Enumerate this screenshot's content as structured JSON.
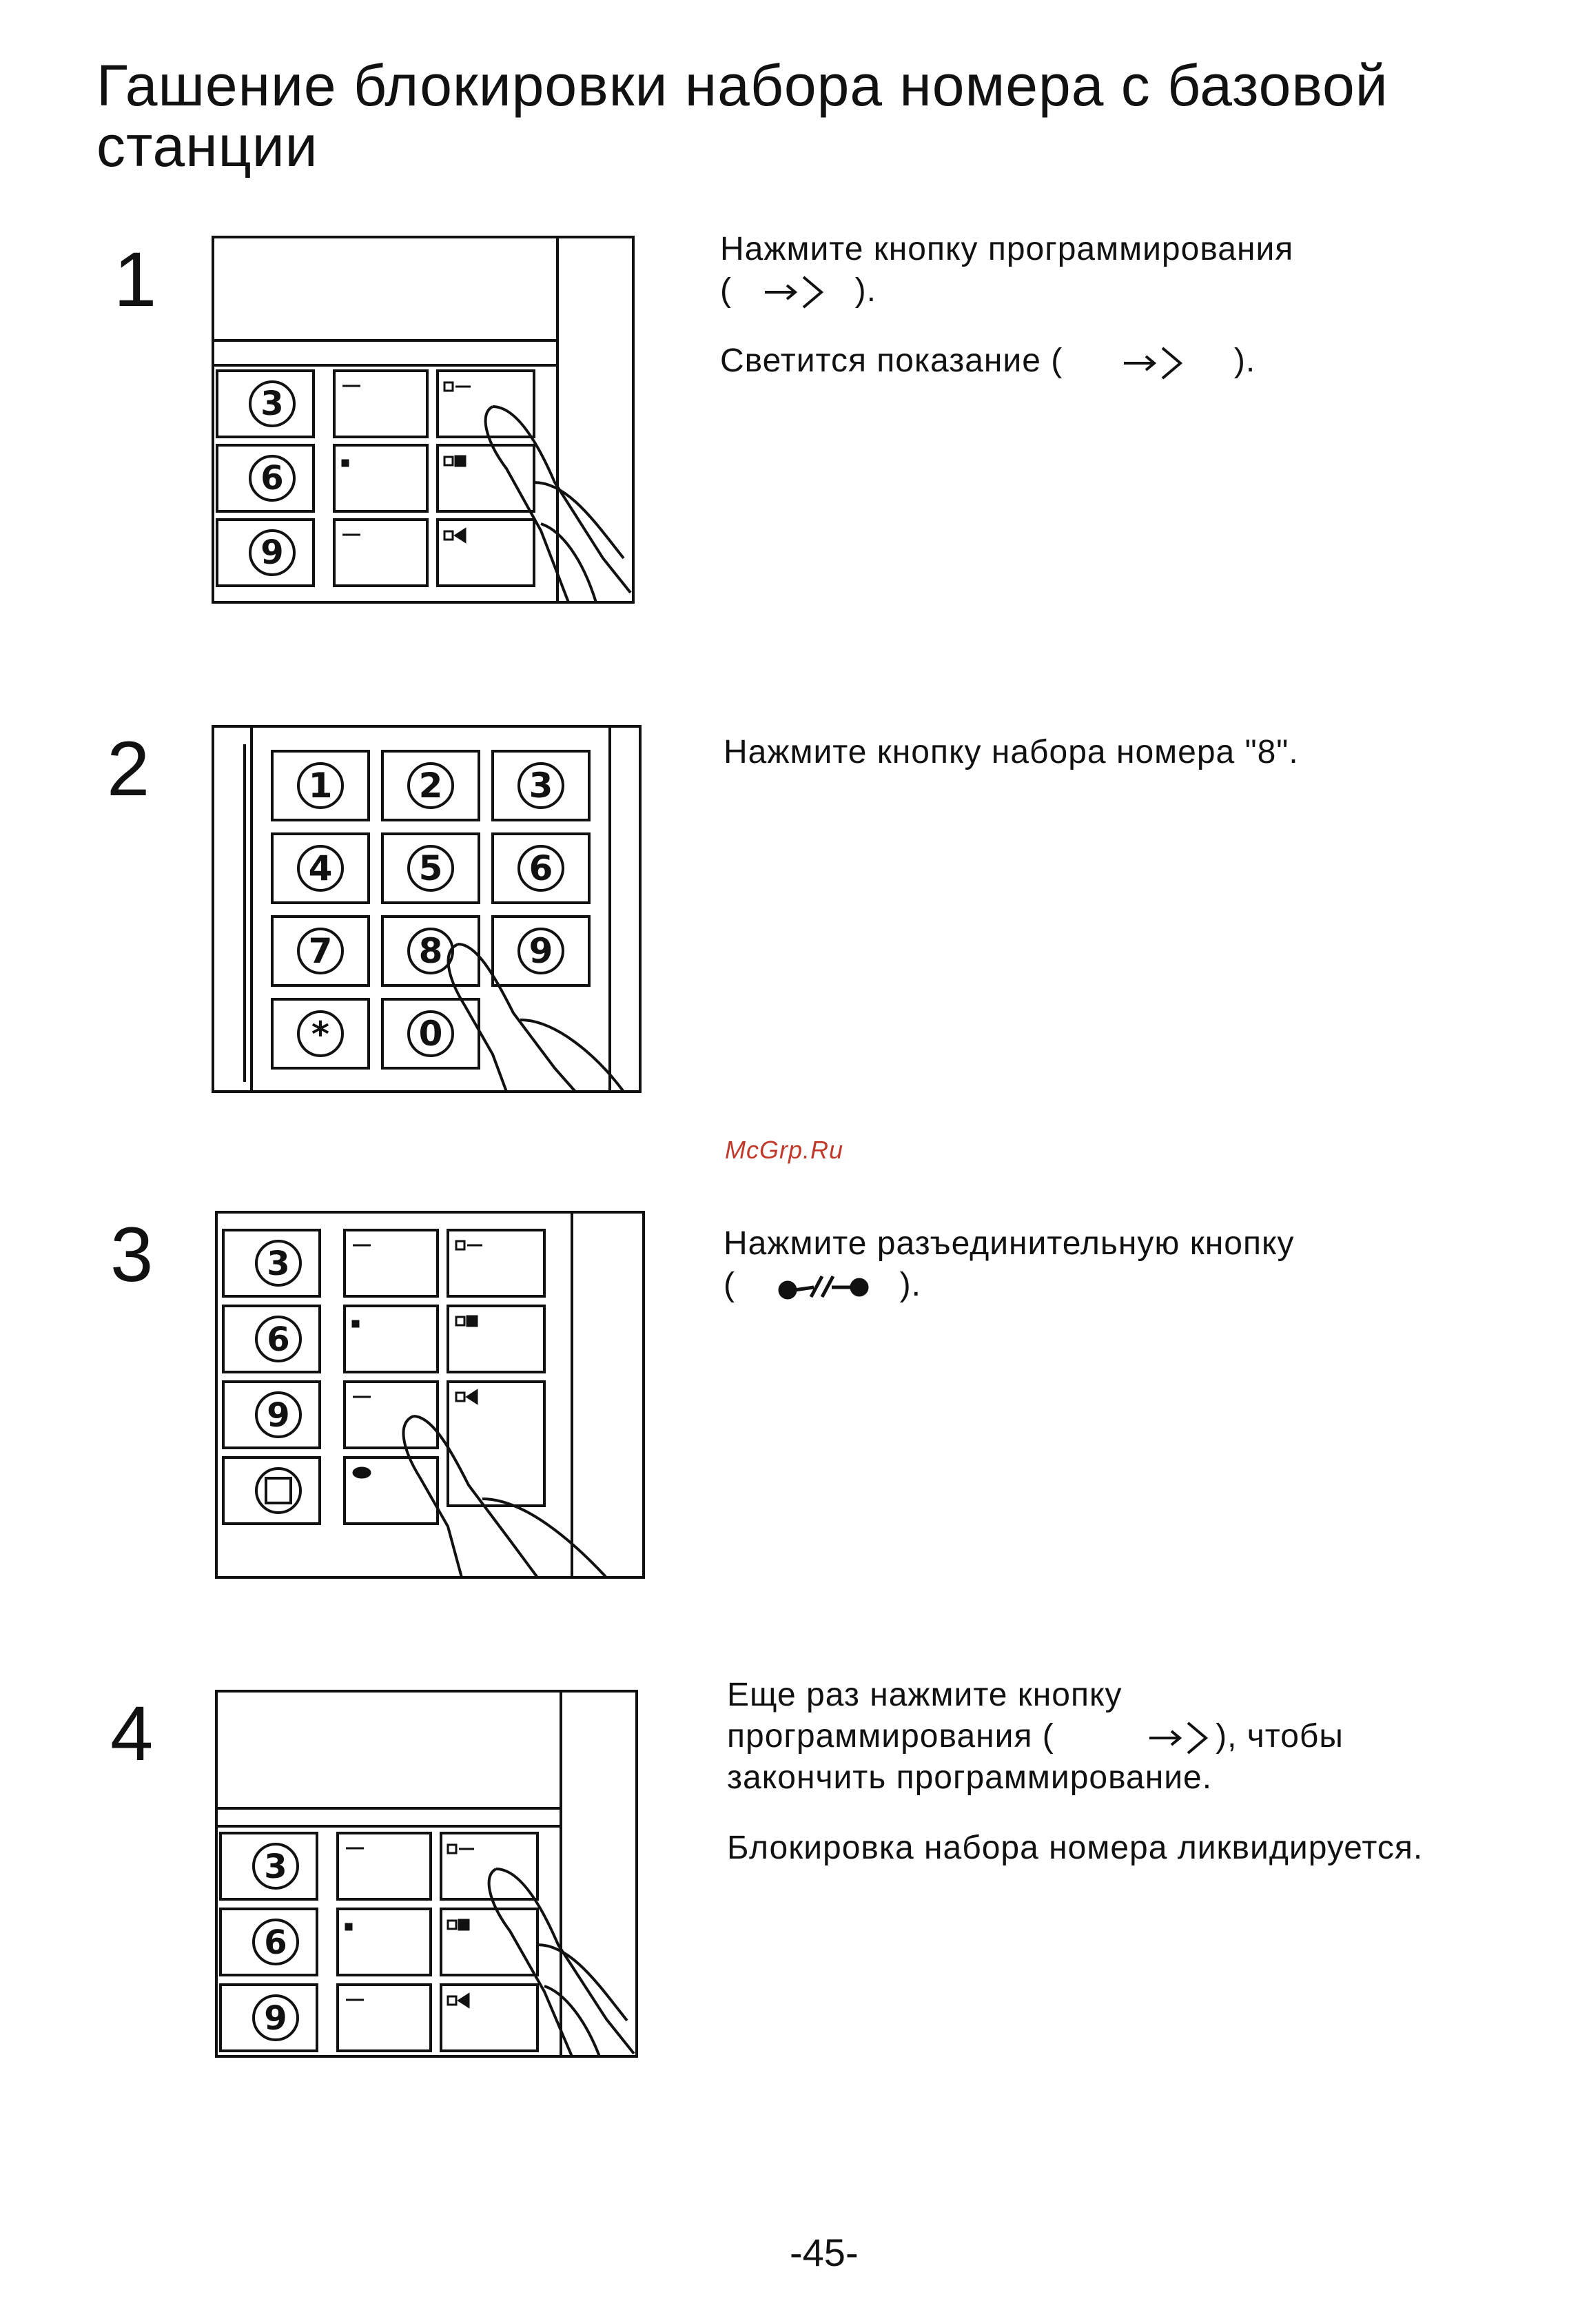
{
  "title": "Гашение блокировки набора номера с базовой станции",
  "watermark": "McGrp.Ru",
  "page_number": "-45-",
  "steps": [
    {
      "number": "1",
      "lines": [
        "Нажмите кнопку программирования",
        "(",
        ").",
        "Светится показание (",
        ")."
      ],
      "icons": [
        "program-icon"
      ]
    },
    {
      "number": "2",
      "lines": [
        "Нажмите кнопку набора номера \"8\"."
      ],
      "keypad": [
        "1",
        "2",
        "3",
        "4",
        "5",
        "6",
        "7",
        "8",
        "9",
        "*",
        "0"
      ]
    },
    {
      "number": "3",
      "lines": [
        "Нажмите разъединительную кнопку",
        "(",
        ")."
      ],
      "icons": [
        "disconnect-icon"
      ]
    },
    {
      "number": "4",
      "lines": [
        "Еще раз нажмите кнопку",
        "программирования (",
        "), чтобы",
        "закончить программирование.",
        "Блокировка набора номера ликвидируется."
      ],
      "icons": [
        "program-icon"
      ]
    }
  ],
  "panel_keys": [
    "3",
    "6",
    "9"
  ]
}
